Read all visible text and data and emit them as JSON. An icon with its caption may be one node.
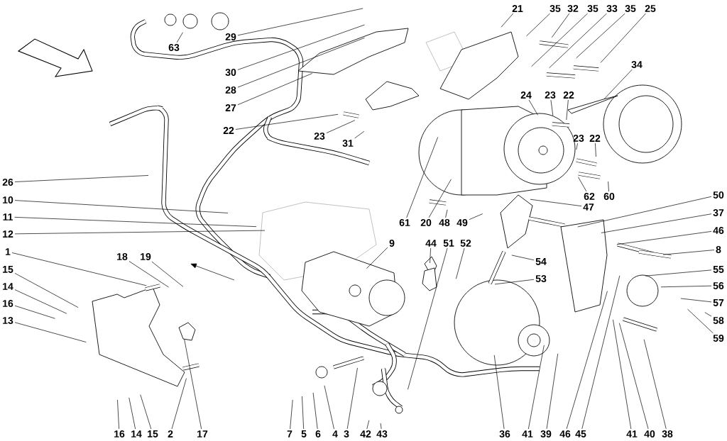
{
  "diagram": {
    "nodes": [
      {
        "text": [
          "21"
        ]
      },
      {
        "text": [
          "35"
        ]
      },
      {
        "text": [
          "32"
        ]
      },
      {
        "text": [
          "35"
        ]
      },
      {
        "text": [
          "33"
        ]
      },
      {
        "text": [
          "35"
        ]
      },
      {
        "text": [
          "25"
        ]
      },
      {
        "text": [
          "29"
        ]
      },
      {
        "text": [
          "63"
        ]
      },
      {
        "text": [
          "34"
        ]
      },
      {
        "text": [
          "30"
        ]
      },
      {
        "text": [
          "28"
        ]
      },
      {
        "text": [
          "27"
        ]
      },
      {
        "text": [
          "24"
        ]
      },
      {
        "text": [
          "23"
        ]
      },
      {
        "text": [
          "22"
        ]
      },
      {
        "text": [
          "22"
        ]
      },
      {
        "text": [
          "23"
        ]
      },
      {
        "text": [
          "31"
        ]
      },
      {
        "text": [
          "23"
        ]
      },
      {
        "text": [
          "22"
        ]
      },
      {
        "text": [
          "26"
        ]
      },
      {
        "text": [
          "62"
        ]
      },
      {
        "text": [
          "60"
        ]
      },
      {
        "text": [
          "50"
        ]
      },
      {
        "text": [
          "10"
        ]
      },
      {
        "text": [
          "47"
        ]
      },
      {
        "text": [
          "37"
        ]
      },
      {
        "text": [
          "11"
        ]
      },
      {
        "text": [
          "61"
        ]
      },
      {
        "text": [
          "20"
        ]
      },
      {
        "text": [
          "48"
        ]
      },
      {
        "text": [
          "49"
        ]
      },
      {
        "text": [
          "46"
        ]
      },
      {
        "text": [
          "12"
        ]
      },
      {
        "text": [
          "9"
        ]
      },
      {
        "text": [
          "44"
        ]
      },
      {
        "text": [
          "51"
        ]
      },
      {
        "text": [
          "52"
        ]
      },
      {
        "text": [
          "8"
        ]
      },
      {
        "text": [
          "1"
        ]
      },
      {
        "text": [
          "18"
        ]
      },
      {
        "text": [
          "19"
        ]
      },
      {
        "text": [
          "54"
        ]
      },
      {
        "text": [
          "55"
        ]
      },
      {
        "text": [
          "15"
        ]
      },
      {
        "text": [
          "53"
        ]
      },
      {
        "text": [
          "56"
        ]
      },
      {
        "text": [
          "14"
        ]
      },
      {
        "text": [
          "57"
        ]
      },
      {
        "text": [
          "16"
        ]
      },
      {
        "text": [
          "58"
        ]
      },
      {
        "text": [
          "13"
        ]
      },
      {
        "text": [
          "59"
        ]
      },
      {
        "text": [
          "16"
        ]
      },
      {
        "text": [
          "14"
        ]
      },
      {
        "text": [
          "15"
        ]
      },
      {
        "text": [
          "2"
        ]
      },
      {
        "text": [
          "17"
        ]
      },
      {
        "text": [
          "7"
        ]
      },
      {
        "text": [
          "5"
        ]
      },
      {
        "text": [
          "6"
        ]
      },
      {
        "text": [
          "4"
        ]
      },
      {
        "text": [
          "3"
        ]
      },
      {
        "text": [
          "42"
        ]
      },
      {
        "text": [
          "43"
        ]
      },
      {
        "text": [
          "36"
        ]
      },
      {
        "text": [
          "41"
        ]
      },
      {
        "text": [
          "39"
        ]
      },
      {
        "text": [
          "46"
        ]
      },
      {
        "text": [
          "45"
        ]
      },
      {
        "text": [
          "41"
        ]
      },
      {
        "text": [
          "40"
        ]
      },
      {
        "text": [
          "38"
        ]
      }
    ],
    "edges": [
      {
        "from": 0,
        "to": null,
        "arrow": "none"
      },
      {
        "from": 1,
        "to": null,
        "arrow": "none"
      },
      {
        "from": 2,
        "to": null,
        "arrow": "none"
      },
      {
        "from": 3,
        "to": null,
        "arrow": "none"
      },
      {
        "from": 4,
        "to": null,
        "arrow": "none"
      },
      {
        "from": 5,
        "to": null,
        "arrow": "none"
      },
      {
        "from": 6,
        "to": null,
        "arrow": "none"
      },
      {
        "from": 7,
        "to": null,
        "arrow": "none"
      },
      {
        "from": 8,
        "to": null,
        "arrow": "none"
      },
      {
        "from": 9,
        "to": null,
        "arrow": "none"
      },
      {
        "from": 10,
        "to": null,
        "arrow": "none"
      },
      {
        "from": 11,
        "to": null,
        "arrow": "none"
      },
      {
        "from": 12,
        "to": null,
        "arrow": "none"
      },
      {
        "from": 13,
        "to": null,
        "arrow": "none"
      },
      {
        "from": 14,
        "to": null,
        "arrow": "none"
      },
      {
        "from": 15,
        "to": null,
        "arrow": "none"
      },
      {
        "from": 16,
        "to": null,
        "arrow": "none"
      },
      {
        "from": 17,
        "to": null,
        "arrow": "none"
      },
      {
        "from": 18,
        "to": null,
        "arrow": "none"
      },
      {
        "from": 19,
        "to": null,
        "arrow": "none"
      },
      {
        "from": 20,
        "to": null,
        "arrow": "none"
      },
      {
        "from": 21,
        "to": null,
        "arrow": "none"
      },
      {
        "from": 22,
        "to": null,
        "arrow": "none"
      },
      {
        "from": 23,
        "to": null,
        "arrow": "none"
      },
      {
        "from": 24,
        "to": null,
        "arrow": "none"
      },
      {
        "from": 25,
        "to": null,
        "arrow": "none"
      },
      {
        "from": 26,
        "to": null,
        "arrow": "none"
      },
      {
        "from": 27,
        "to": null,
        "arrow": "none"
      },
      {
        "from": 28,
        "to": null,
        "arrow": "none"
      },
      {
        "from": 29,
        "to": null,
        "arrow": "none"
      },
      {
        "from": 30,
        "to": null,
        "arrow": "none"
      },
      {
        "from": 31,
        "to": null,
        "arrow": "none"
      },
      {
        "from": 32,
        "to": null,
        "arrow": "none"
      },
      {
        "from": 33,
        "to": null,
        "arrow": "none"
      },
      {
        "from": 34,
        "to": null,
        "arrow": "none"
      },
      {
        "from": 35,
        "to": null,
        "arrow": "none"
      },
      {
        "from": 36,
        "to": null,
        "arrow": "none"
      },
      {
        "from": 37,
        "to": null,
        "arrow": "none"
      },
      {
        "from": 38,
        "to": null,
        "arrow": "none"
      },
      {
        "from": 39,
        "to": null,
        "arrow": "none"
      },
      {
        "from": 40,
        "to": null,
        "arrow": "none"
      },
      {
        "from": 41,
        "to": null,
        "arrow": "none"
      },
      {
        "from": 42,
        "to": null,
        "arrow": "none"
      },
      {
        "from": 43,
        "to": null,
        "arrow": "none"
      },
      {
        "from": 44,
        "to": null,
        "arrow": "none"
      },
      {
        "from": 45,
        "to": null,
        "arrow": "none"
      },
      {
        "from": 46,
        "to": null,
        "arrow": "none"
      },
      {
        "from": 47,
        "to": null,
        "arrow": "none"
      },
      {
        "from": 48,
        "to": null,
        "arrow": "none"
      },
      {
        "from": 49,
        "to": null,
        "arrow": "none"
      },
      {
        "from": 50,
        "to": null,
        "arrow": "none"
      },
      {
        "from": 51,
        "to": null,
        "arrow": "none"
      },
      {
        "from": 52,
        "to": null,
        "arrow": "none"
      },
      {
        "from": 53,
        "to": null,
        "arrow": "none"
      },
      {
        "from": 54,
        "to": null,
        "arrow": "none"
      },
      {
        "from": 55,
        "to": null,
        "arrow": "none"
      },
      {
        "from": 56,
        "to": null,
        "arrow": "none"
      },
      {
        "from": 57,
        "to": null,
        "arrow": "none"
      },
      {
        "from": 58,
        "to": null,
        "arrow": "none"
      },
      {
        "from": 59,
        "to": null,
        "arrow": "none"
      },
      {
        "from": 60,
        "to": null,
        "arrow": "none"
      },
      {
        "from": 61,
        "to": null,
        "arrow": "none"
      },
      {
        "from": 62,
        "to": null,
        "arrow": "none"
      },
      {
        "from": 63,
        "to": null,
        "arrow": "none"
      },
      {
        "from": 64,
        "to": null,
        "arrow": "none"
      },
      {
        "from": 65,
        "to": null,
        "arrow": "none"
      },
      {
        "from": 66,
        "to": null,
        "arrow": "none"
      },
      {
        "from": 67,
        "to": null,
        "arrow": "none"
      },
      {
        "from": 68,
        "to": null,
        "arrow": "none"
      },
      {
        "from": 69,
        "to": null,
        "arrow": "none"
      },
      {
        "from": 70,
        "to": null,
        "arrow": "none"
      },
      {
        "from": 71,
        "to": null,
        "arrow": "none"
      },
      {
        "from": 72,
        "to": null,
        "arrow": "none"
      },
      {
        "from": 73,
        "to": null,
        "arrow": "none"
      }
    ]
  }
}
